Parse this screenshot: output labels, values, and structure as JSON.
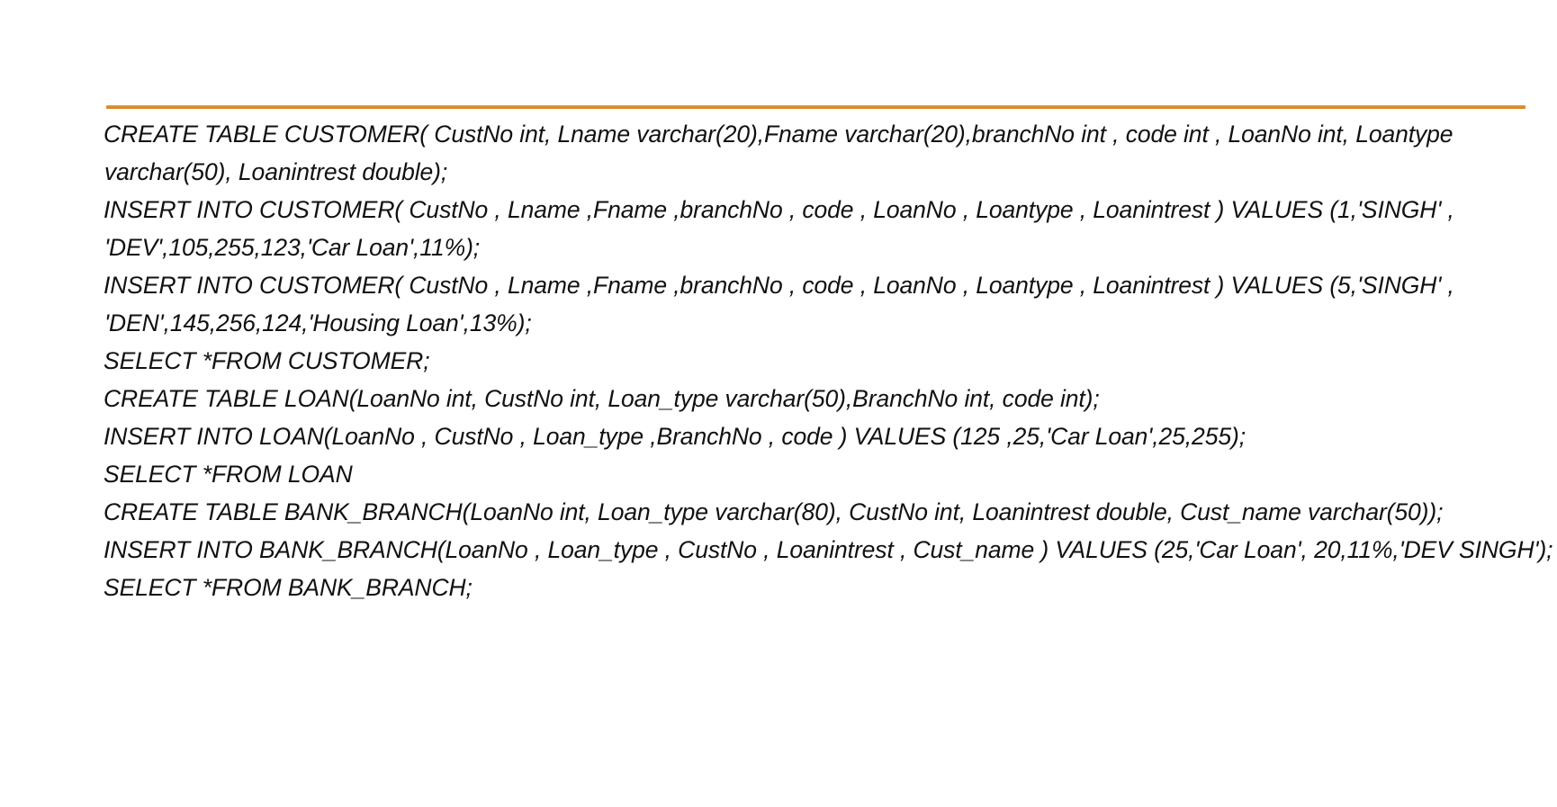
{
  "slide": {
    "background_color": "#FFFFFF",
    "text_color": "#111111",
    "divider": {
      "name": "orange-rule",
      "color": "#DE8E2E"
    }
  },
  "code": {
    "language": "sql",
    "lines": [
      "CREATE TABLE CUSTOMER( CustNo int, Lname varchar(20),Fname varchar(20),branchNo int , code int , LoanNo int, Loantype varchar(50), Loanintrest double);",
      "INSERT INTO CUSTOMER( CustNo , Lname ,Fname ,branchNo  , code  , LoanNo , Loantype , Loanintrest ) VALUES (1,'SINGH' , 'DEV',105,255,123,'Car Loan',11%);",
      "INSERT INTO CUSTOMER( CustNo , Lname ,Fname ,branchNo  , code  , LoanNo , Loantype , Loanintrest ) VALUES (5,'SINGH' , 'DEN',145,256,124,'Housing Loan',13%);",
      "SELECT *FROM CUSTOMER;",
      "CREATE TABLE LOAN(LoanNo int, CustNo int, Loan_type varchar(50),BranchNo int, code int);",
      "INSERT INTO LOAN(LoanNo , CustNo , Loan_type ,BranchNo , code ) VALUES (125 ,25,'Car Loan',25,255);",
      "SELECT *FROM LOAN",
      "CREATE TABLE BANK_BRANCH(LoanNo int, Loan_type varchar(80), CustNo int, Loanintrest double, Cust_name varchar(50));",
      "INSERT INTO BANK_BRANCH(LoanNo , Loan_type , CustNo , Loanintrest , Cust_name ) VALUES (25,'Car Loan', 20,11%,'DEV SINGH');",
      "SELECT *FROM BANK_BRANCH;"
    ]
  }
}
